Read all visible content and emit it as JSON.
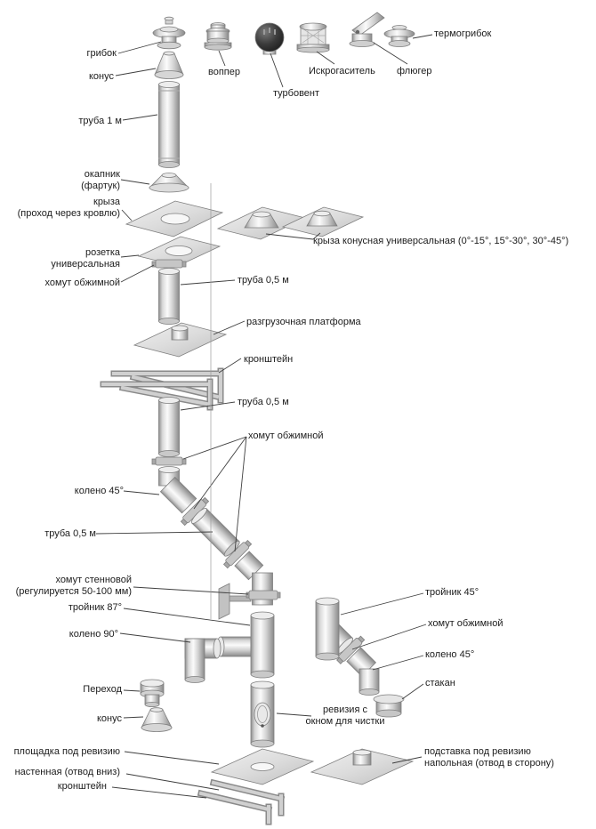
{
  "diagram": {
    "background": "#ffffff",
    "labels": {
      "gribok": "грибок",
      "konus_top": "конус",
      "vopper": "воппер",
      "turbovent": "турбовент",
      "iskrogasitel": "Искрогаситель",
      "flyuger": "флюгер",
      "termogribok": "термогрибок",
      "truba_1m": "труба 1 м",
      "okapnik": "окапник\n(фартук)",
      "kryza": "крыза\n(проход через кровлю)",
      "kryza_konusnaya": "крыза конусная универсальная (0°-15°, 15°-30°, 30°-45°)",
      "rozetka": "розетка\nуниверсальная",
      "khomut_obzhimnoy_1": "хомут обжимной",
      "truba_05_1": "труба 0,5 м",
      "razgruzochnaya_platforma": "разгрузочная платформа",
      "kronshtein_1": "кронштейн",
      "truba_05_2": "труба 0,5 м",
      "khomut_obzhimnoy_2": "хомут обжимной",
      "koleno_45_1": "колено 45°",
      "truba_05_3": "труба 0,5 м",
      "khomut_stennovoy": "хомут стенновой\n(регулируется 50-100 мм)",
      "troynik_45": "тройник 45°",
      "troynik_87": "тройник 87°",
      "khomut_obzhimnoy_3": "хомут обжимной",
      "koleno_90": "колено 90°",
      "koleno_45_2": "колено 45°",
      "stakan": "стакан",
      "perekhod": "Переход",
      "konus_bottom": "конус",
      "reviziya": "ревизия с\nокном для чистки",
      "ploshchadka": "площадка под ревизию",
      "podstavka": "подставка под ревизию\nнапольная (отвод в сторону)",
      "nastennaya": "настенная (отвод вниз)",
      "kronshtein_2": "кронштейн"
    },
    "colors": {
      "metal_light": "#fbfbfb",
      "metal_dark": "#8f8f8f",
      "leader_line": "#3f3f3f"
    }
  }
}
